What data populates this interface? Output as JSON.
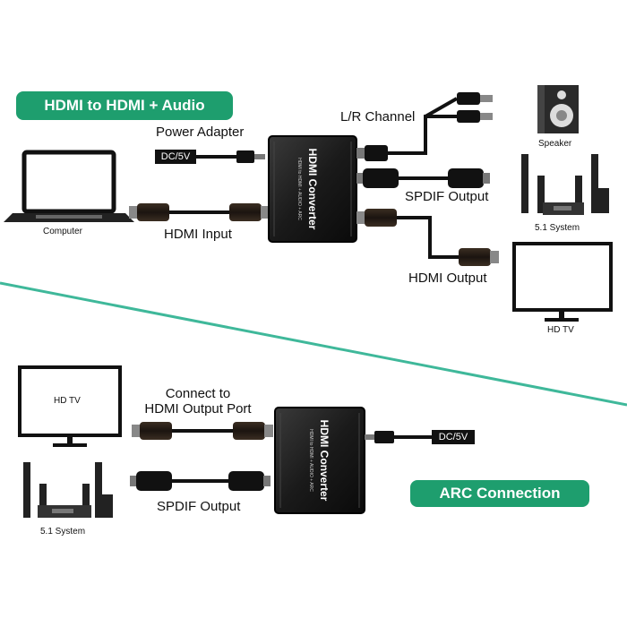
{
  "top": {
    "badge": "HDMI to HDMI + Audio",
    "power_adapter": "Power Adapter",
    "dc_label": "DC/5V",
    "computer": "Computer",
    "hdmi_input": "HDMI Input",
    "lr_channel": "L/R Channel",
    "speaker": "Speaker",
    "spdif_output": "SPDIF Output",
    "system_51": "5.1 System",
    "hdmi_output": "HDMI Output",
    "hd_tv": "HD TV",
    "device_title": "HDMI Converter",
    "device_sub": "HDMI to HDMI + AUDIO + ARC"
  },
  "bottom": {
    "hd_tv": "HD TV",
    "connect_to": "Connect to",
    "hdmi_output_port": "HDMI Output Port",
    "system_51": "5.1 System",
    "spdif_output": "SPDIF Output",
    "dc_label": "DC/5V",
    "badge": "ARC Connection",
    "device_title": "HDMI Converter",
    "device_sub": "HDMI to HDMI + AUDIO + ARC"
  },
  "colors": {
    "accent": "#1e9e6e",
    "divider": "#3fb89a",
    "device": "#1c1c1c"
  }
}
